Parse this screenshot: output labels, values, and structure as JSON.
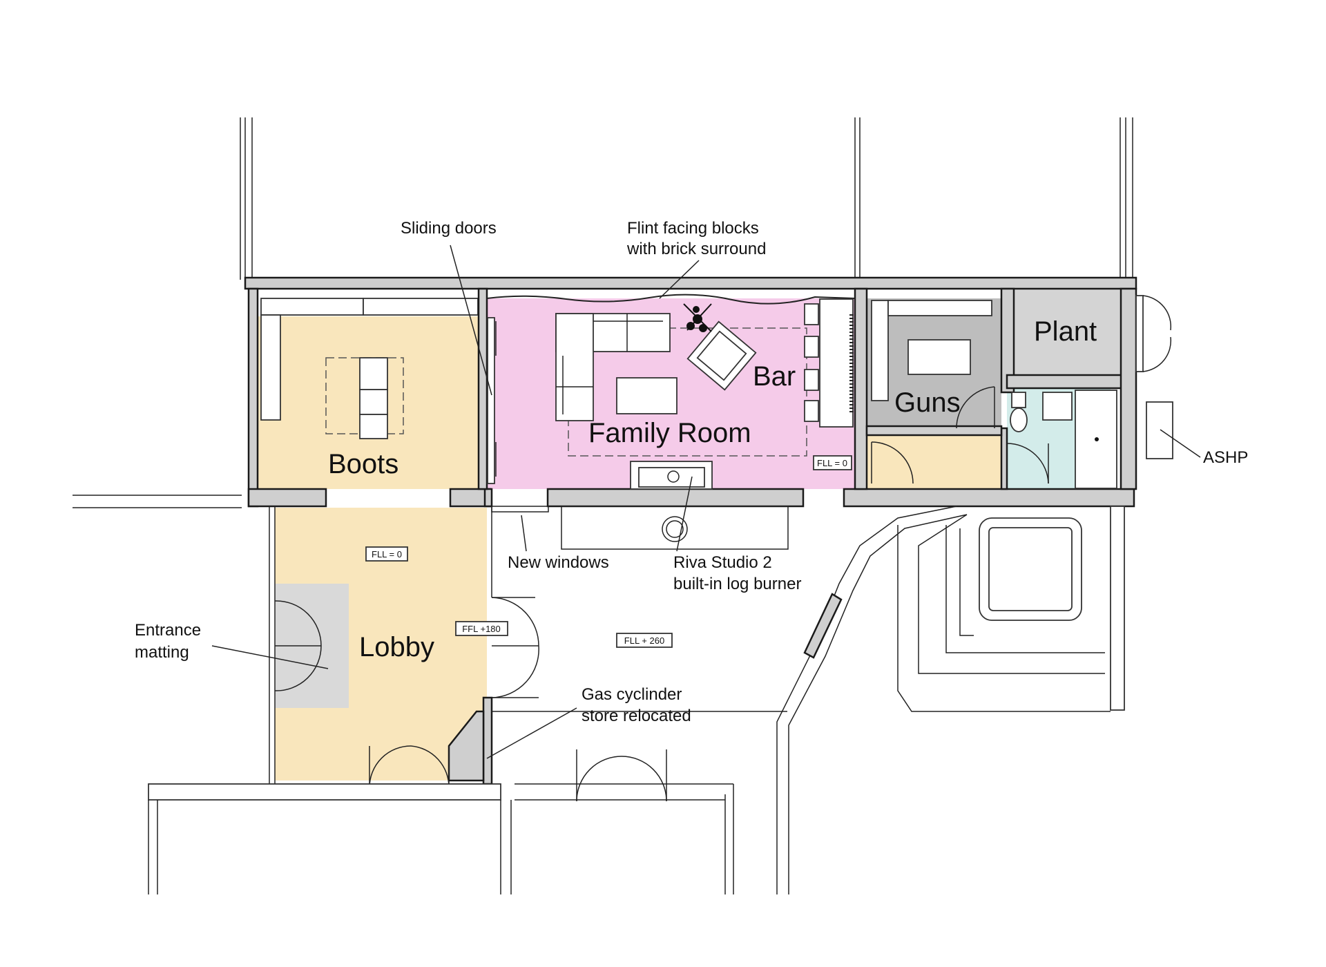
{
  "colors": {
    "boots_lobby_fill": "#f9e6bc",
    "family_room_fill": "#f5cbe9",
    "bathroom_fill": "#d3ecea",
    "plant_fill": "#d4d4d4",
    "guns_fill": "#bdbdbd",
    "wall_fill": "#cfcfcf",
    "matting_fill": "#d9d9d9",
    "line": "#222222"
  },
  "rooms": {
    "boots": "Boots",
    "family_room": "Family Room",
    "bar": "Bar",
    "guns": "Guns",
    "plant": "Plant",
    "lobby": "Lobby"
  },
  "annotations": {
    "sliding_doors": "Sliding doors",
    "flint_line1": "Flint facing blocks",
    "flint_line2": "with brick surround",
    "ashp": "ASHP",
    "new_windows": "New windows",
    "riva_line1": "Riva Studio 2",
    "riva_line2": "built-in log burner",
    "entrance_line1": "Entrance",
    "entrance_line2": "matting",
    "gas_line1": "Gas cyclinder",
    "gas_line2": "store relocated"
  },
  "levels": {
    "family_room": "FLL = 0",
    "boots_lobby": "FLL = 0",
    "lobby_side": "FFL +180",
    "courtyard": "FLL + 260"
  }
}
